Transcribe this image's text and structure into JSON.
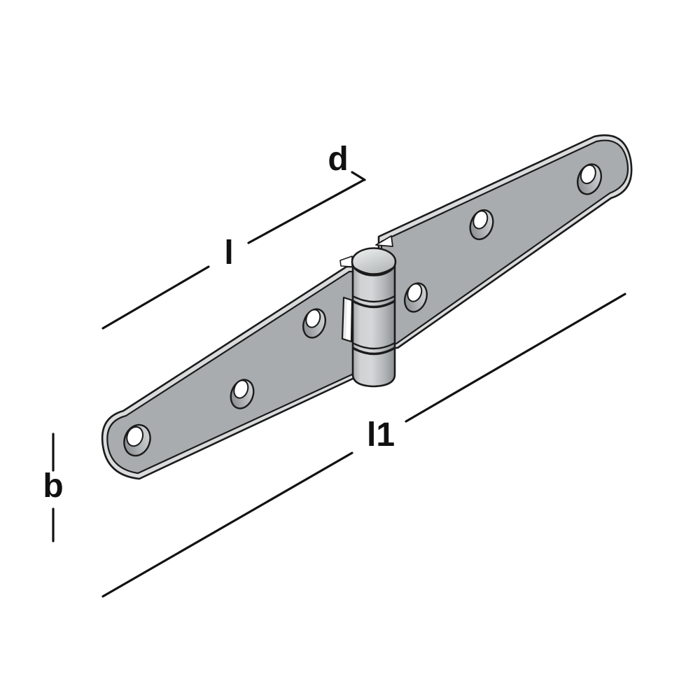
{
  "figure": {
    "kind": "technical line drawing",
    "subject_visible": "strap hinge with central pin barrel, six countersunk screw holes, shown in isometric view"
  },
  "labels": {
    "d": "d",
    "l": "l",
    "l1": "l1",
    "b": "b"
  },
  "colors": {
    "background": "#ffffff",
    "outline": "#1b1b1b",
    "dimension_line": "#121212",
    "label_text": "#111111",
    "strap_face": "#a9acae",
    "strap_edge": "#d9dbdc",
    "slot_wall": "#e9ebeb",
    "hole_opening": "#ffffff"
  }
}
